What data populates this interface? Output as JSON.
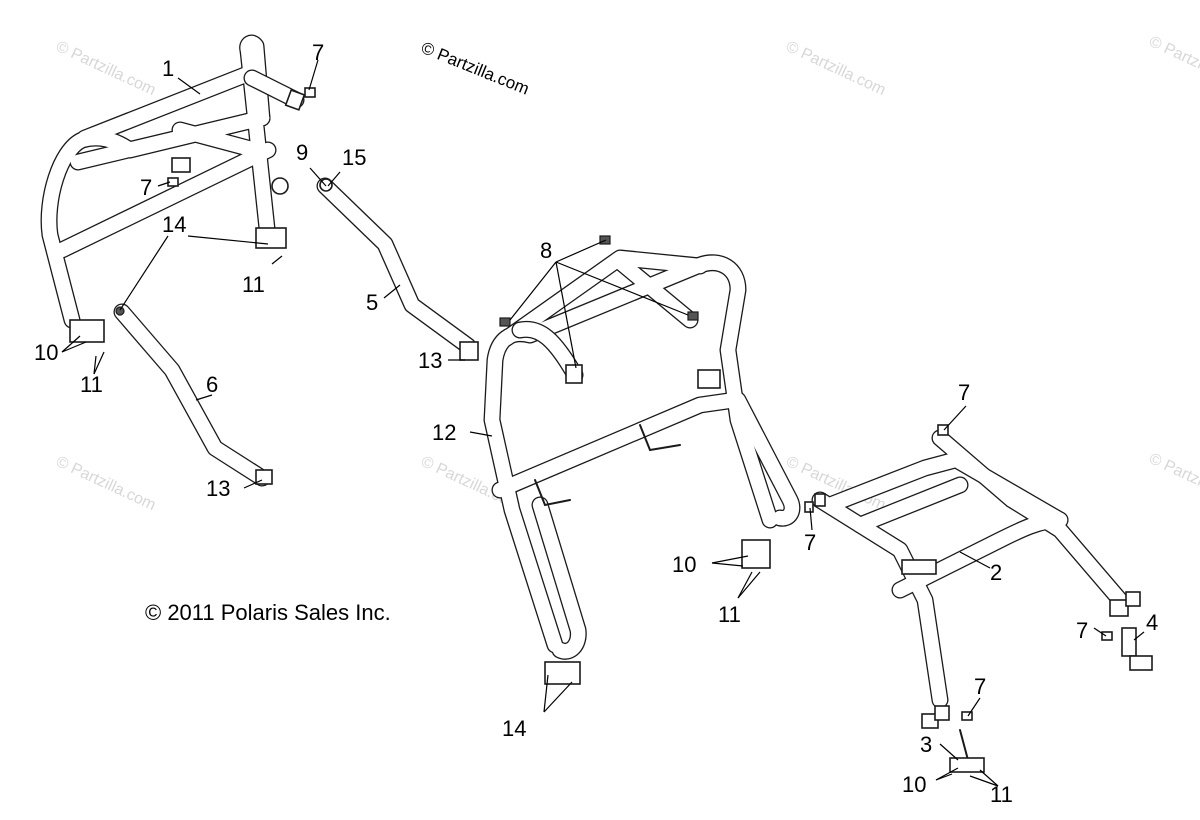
{
  "watermark_text": "© Partzilla.com",
  "copyright_top": "© Partzilla.com",
  "copyright_main": "© 2011 Polaris Sales Inc.",
  "callouts": {
    "c1": "1",
    "c2": "2",
    "c3": "3",
    "c4": "4",
    "c5": "5",
    "c6": "6",
    "c7": "7",
    "c8": "8",
    "c9": "9",
    "c10": "10",
    "c11": "11",
    "c12": "12",
    "c13": "13",
    "c14": "14",
    "c15": "15"
  }
}
